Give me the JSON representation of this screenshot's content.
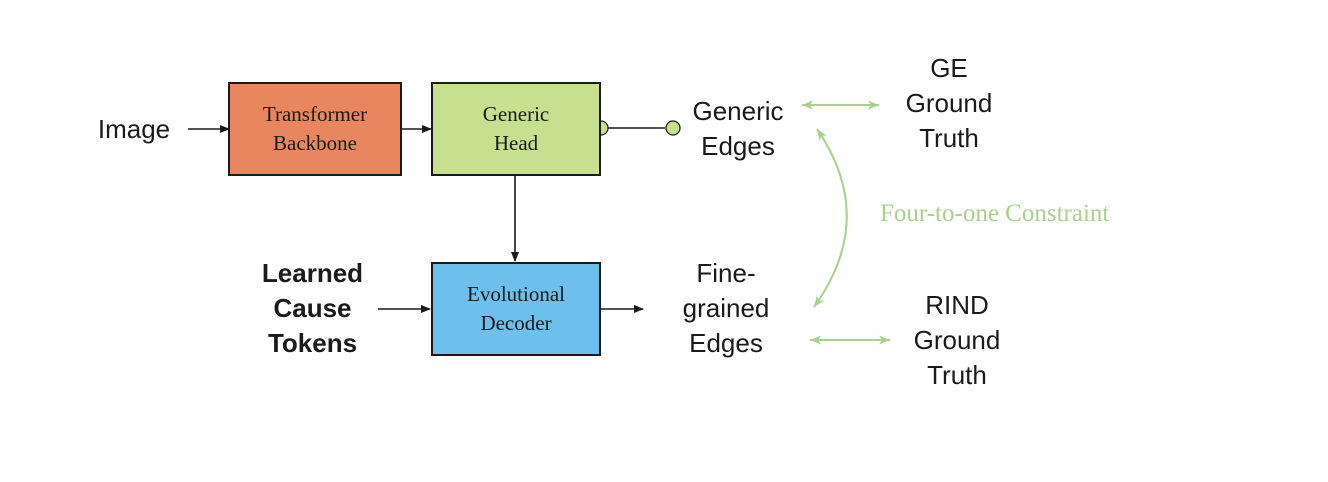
{
  "colors": {
    "transformer_backbone": "#e8875f",
    "generic_head": "#c6e08f",
    "evolutional_decoder": "#6dbfec",
    "constraint": "#a9d18e",
    "line": "#1a1a1a"
  },
  "inputs": {
    "image": "Image",
    "learned_cause_tokens": [
      "Learned",
      "Cause",
      "Tokens"
    ]
  },
  "blocks": {
    "transformer_backbone": [
      "Transformer",
      "Backbone"
    ],
    "generic_head": [
      "Generic",
      "Head"
    ],
    "evolutional_decoder": [
      "Evolutional",
      "Decoder"
    ]
  },
  "outputs": {
    "generic_edges": [
      "Generic",
      "Edges"
    ],
    "fine_grained_edges": [
      "Fine-",
      "grained",
      "Edges"
    ]
  },
  "ground_truth": {
    "ge": [
      "GE",
      "Ground",
      "Truth"
    ],
    "rind": [
      "RIND",
      "Ground",
      "Truth"
    ]
  },
  "constraint_label": "Four-to-one Constraint"
}
